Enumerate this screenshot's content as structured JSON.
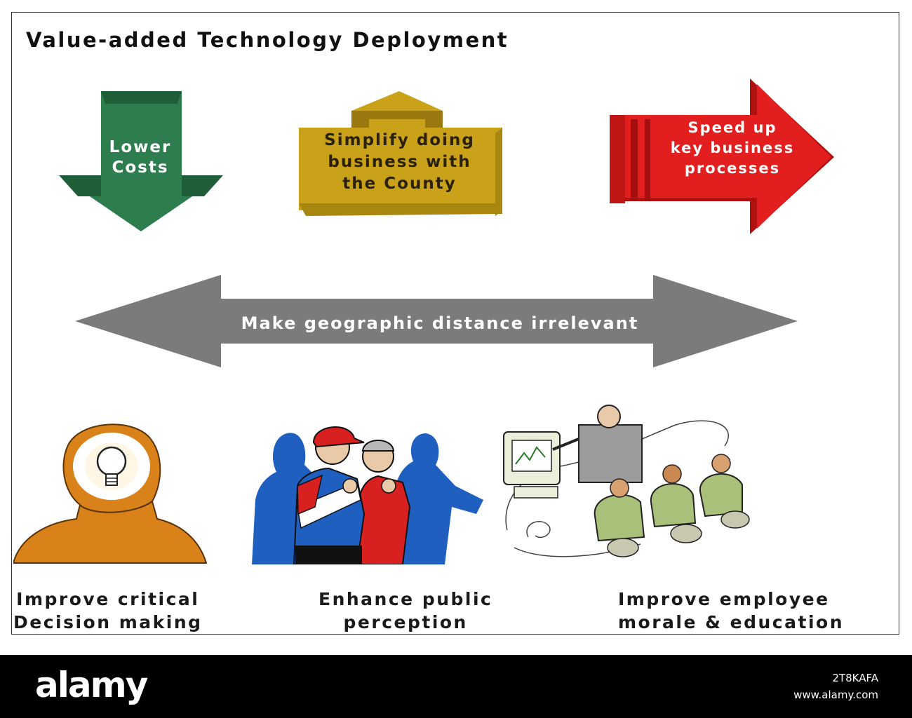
{
  "title": "Value-added Technology Deployment",
  "shapes": {
    "lower_costs": "Lower\nCosts",
    "simplify": "Simplify doing\nbusiness with\nthe County",
    "speed_up": "Speed up\nkey business\nprocesses",
    "geo_arrow": "Make geographic distance irrelevant"
  },
  "captions": {
    "decision": "Improve critical\nDecision making",
    "perception": "Enhance public\nperception",
    "morale": "Improve employee\nmorale & education"
  },
  "colors": {
    "green": "#2e7d4f",
    "gold": "#c9a21a",
    "red": "#e31e1e",
    "gray_arrow": "#7b7b7b",
    "orange_head": "#d9821a"
  },
  "icons": [
    "lightbulb-head-icon",
    "cheering-crowd-icon",
    "training-class-icon"
  ],
  "footer": {
    "logo": "alamy",
    "image_id": "2T8KAFA",
    "url": "www.alamy.com"
  }
}
